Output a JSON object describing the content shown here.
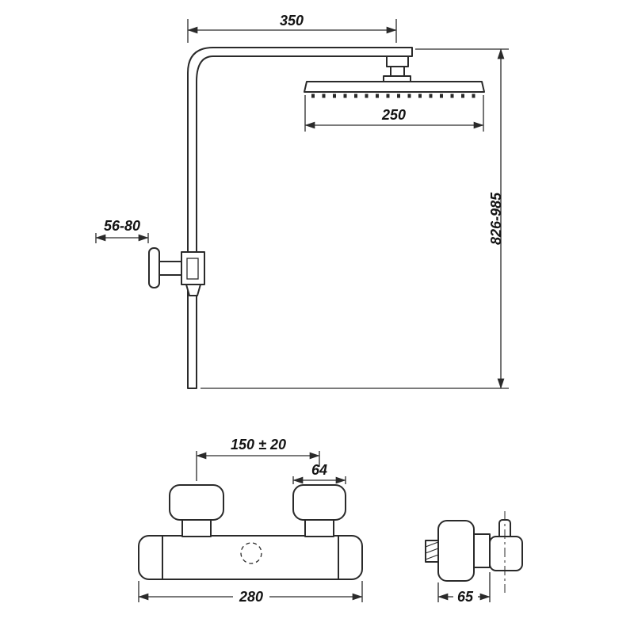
{
  "drawing": {
    "background": "#ffffff",
    "line_color": "#2a2a2a",
    "text_color": "#141414",
    "upper_view": {
      "arm_reach": "350",
      "head_width": "250",
      "height_range": "826-985",
      "wall_bracket_range": "56-80"
    },
    "front_view": {
      "handle_spacing": "150 ± 20",
      "handle_width": "64",
      "body_width": "280"
    },
    "side_view": {
      "body_depth": "65"
    }
  }
}
